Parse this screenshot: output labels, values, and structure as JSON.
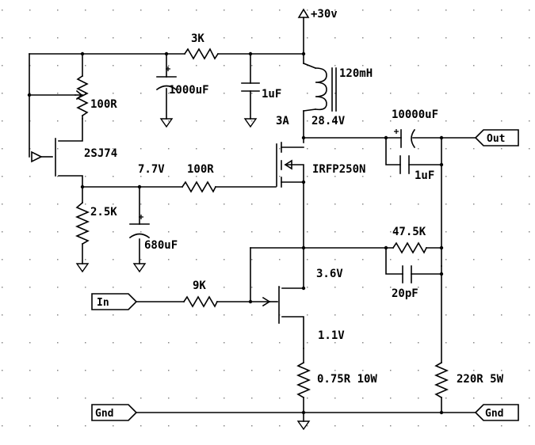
{
  "labels": {
    "supply": "+30v",
    "r_3k": "3K",
    "c_1000uf": "1000uF",
    "c_1uf_top": "1uF",
    "l_120mh": "120mH",
    "pot_100r": "100R",
    "q_2sj74": "2SJ74",
    "i_3a": "3A",
    "v_28_4": "28.4V",
    "c_10000uf": "10000uF",
    "v_7_7": "7.7V",
    "r_100r": "100R",
    "q_irfp250n": "IRFP250N",
    "c_1uf_out": "1uF",
    "r_2_5k": "2.5K",
    "c_680uf": "680uF",
    "r_47_5k": "47.5K",
    "v_3_6": "3.6V",
    "c_20pf": "20pF",
    "r_9k": "9K",
    "v_1_1": "1.1V",
    "r_0_75r": "0.75R 10W",
    "r_220r": "220R 5W"
  },
  "ports": {
    "out": "Out",
    "in": "In",
    "gnd_left": "Gnd",
    "gnd_right": "Gnd"
  },
  "colors": {
    "wire": "#000000",
    "grid_dot": "#888888",
    "background": "#ffffff"
  }
}
